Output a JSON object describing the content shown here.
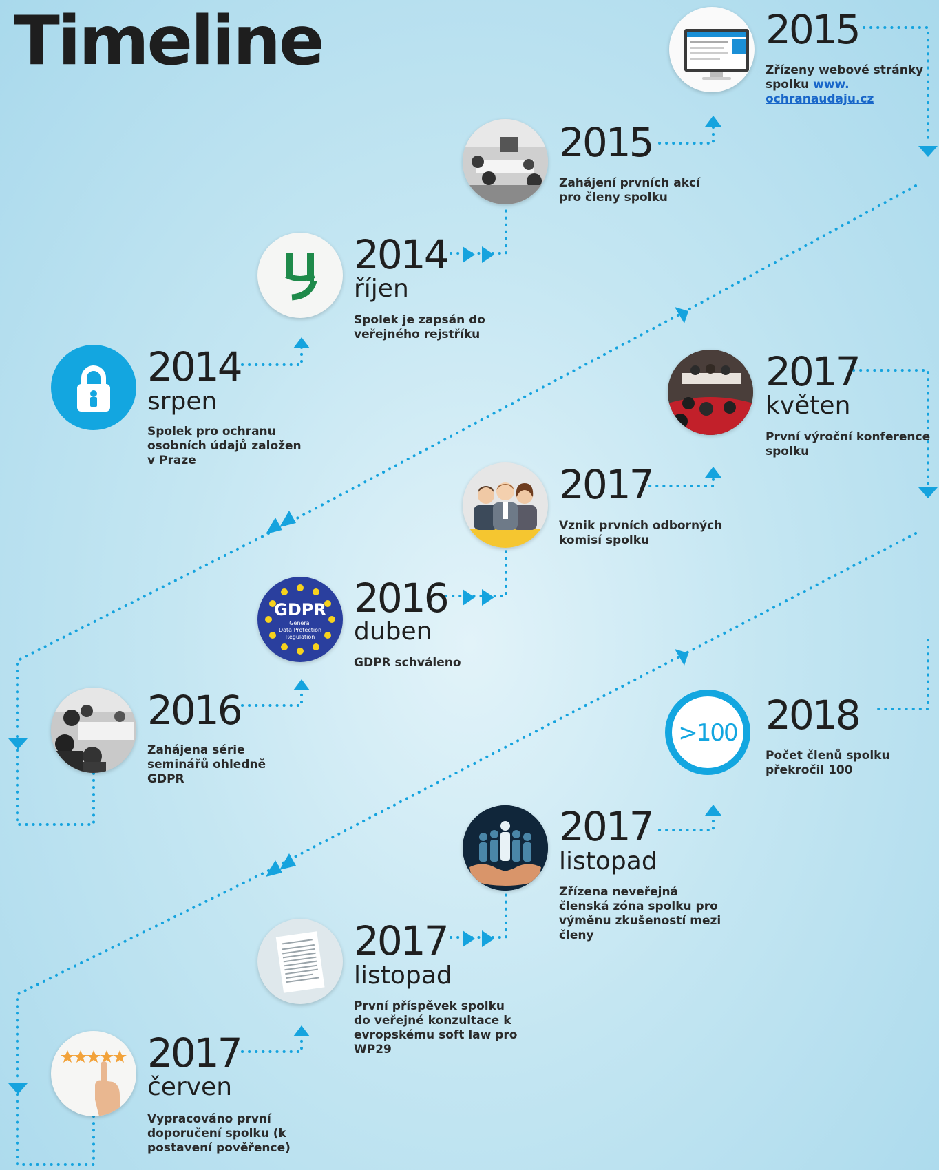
{
  "title": "Timeline",
  "colors": {
    "accent": "#13a6e0",
    "dots": "#15a3de",
    "text": "#222222",
    "link": "#1866c9"
  },
  "events": [
    {
      "id": "e1",
      "year": "2014",
      "month": "srpen",
      "description": "Spolek pro ochranu osobních údajů založen v Praze",
      "icon": "lock-icon"
    },
    {
      "id": "e2",
      "year": "2014",
      "month": "říjen",
      "description": "Spolek je zapsán do veřejného rejstříku",
      "icon": "registry-logo-icon"
    },
    {
      "id": "e3",
      "year": "2015",
      "month": "",
      "description": "Zahájení prvních akcí pro členy spolku",
      "icon": "meeting-photo"
    },
    {
      "id": "e4",
      "year": "2015",
      "month": "",
      "description": "Zřízeny webové stránky spolku ",
      "link_text": "www.ochranaudaju.cz",
      "link_line1": "www.",
      "link_line2": "ochranaudaju.cz",
      "icon": "website-screen-icon"
    },
    {
      "id": "e5",
      "year": "2016",
      "month": "",
      "description": "Zahájena série seminářů ohledně GDPR",
      "icon": "seminar-photo"
    },
    {
      "id": "e6",
      "year": "2016",
      "month": "duben",
      "description": "GDPR schváleno",
      "icon": "gdpr-badge-icon",
      "badge_title": "GDPR",
      "badge_sub1": "General",
      "badge_sub2": "Data Protection",
      "badge_sub3": "Regulation"
    },
    {
      "id": "e7",
      "year": "2017",
      "month": "",
      "description": "Vznik prvních odborných komisí spolku",
      "icon": "people-icon"
    },
    {
      "id": "e8",
      "year": "2017",
      "month": "květen",
      "description": "První výroční konference spolku",
      "icon": "conference-photo"
    },
    {
      "id": "e9",
      "year": "2017",
      "month": "červen",
      "description": "Vypracováno první doporučení spolku (k postavení pověřence)",
      "icon": "rating-hand-icon"
    },
    {
      "id": "e10",
      "year": "2017",
      "month": "listopad",
      "description": "První příspěvek spolku do veřejné konzultace k evropskému soft law pro WP29",
      "icon": "document-icon"
    },
    {
      "id": "e11",
      "year": "2017",
      "month": "listopad",
      "description": "Zřízena neveřejná členská zóna spolku pro výměnu zkušeností mezi členy",
      "icon": "hands-group-icon"
    },
    {
      "id": "e12",
      "year": "2018",
      "month": "",
      "description": "Počet členů spolku překročil 100",
      "icon": "members-count-icon",
      "badge_text": ">100"
    }
  ]
}
